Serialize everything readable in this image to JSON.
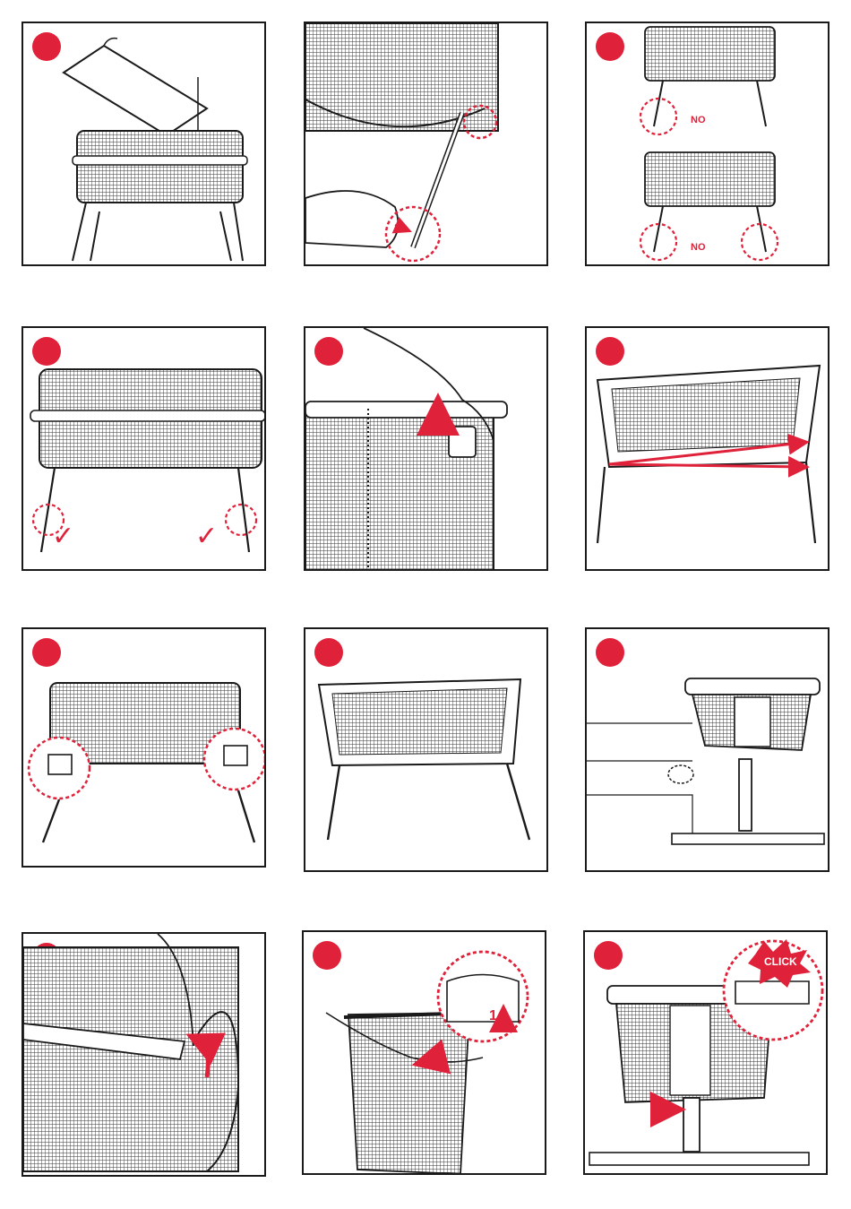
{
  "colors": {
    "accent": "#e0213a",
    "stroke": "#1a1a1a",
    "mesh": "#555555",
    "fabric": "#f4f4f4"
  },
  "icons": {
    "step_badge": "red-circle-badge",
    "check": "checkmark-icon",
    "arrow": "red-arrow-icon"
  },
  "panels": {
    "p3": {
      "label_top": "NO",
      "label_bottom": "NO"
    },
    "p4": {
      "check_left": "✓",
      "check_right": "✓"
    },
    "p12": {
      "click_label": "CLICK"
    },
    "p11": {
      "step_number": "1"
    }
  }
}
